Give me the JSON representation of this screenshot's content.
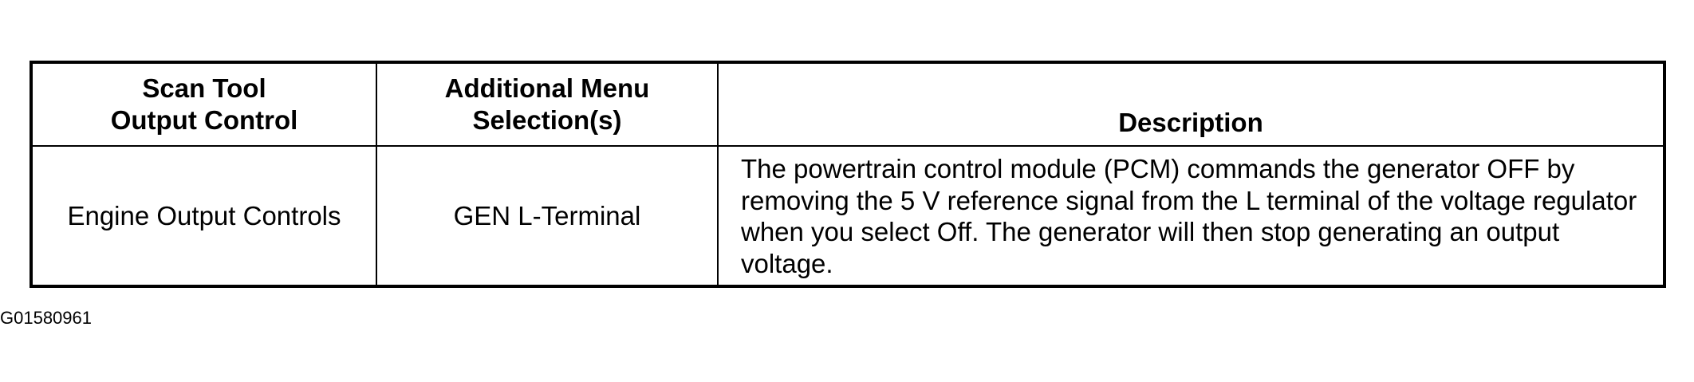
{
  "table": {
    "headers": [
      [
        "Scan Tool",
        "Output Control"
      ],
      [
        "Additional Menu",
        "Selection(s)"
      ],
      [
        "Description"
      ]
    ],
    "rows": [
      {
        "output_control": "Engine Output Controls",
        "menu_selection": "GEN L-Terminal",
        "description": "The powertrain control module (PCM) commands the generator OFF by removing the 5 V reference signal from the L terminal of the voltage regulator when you select Off. The generator will then stop generating an output voltage."
      }
    ]
  },
  "figure_id": "G01580961"
}
